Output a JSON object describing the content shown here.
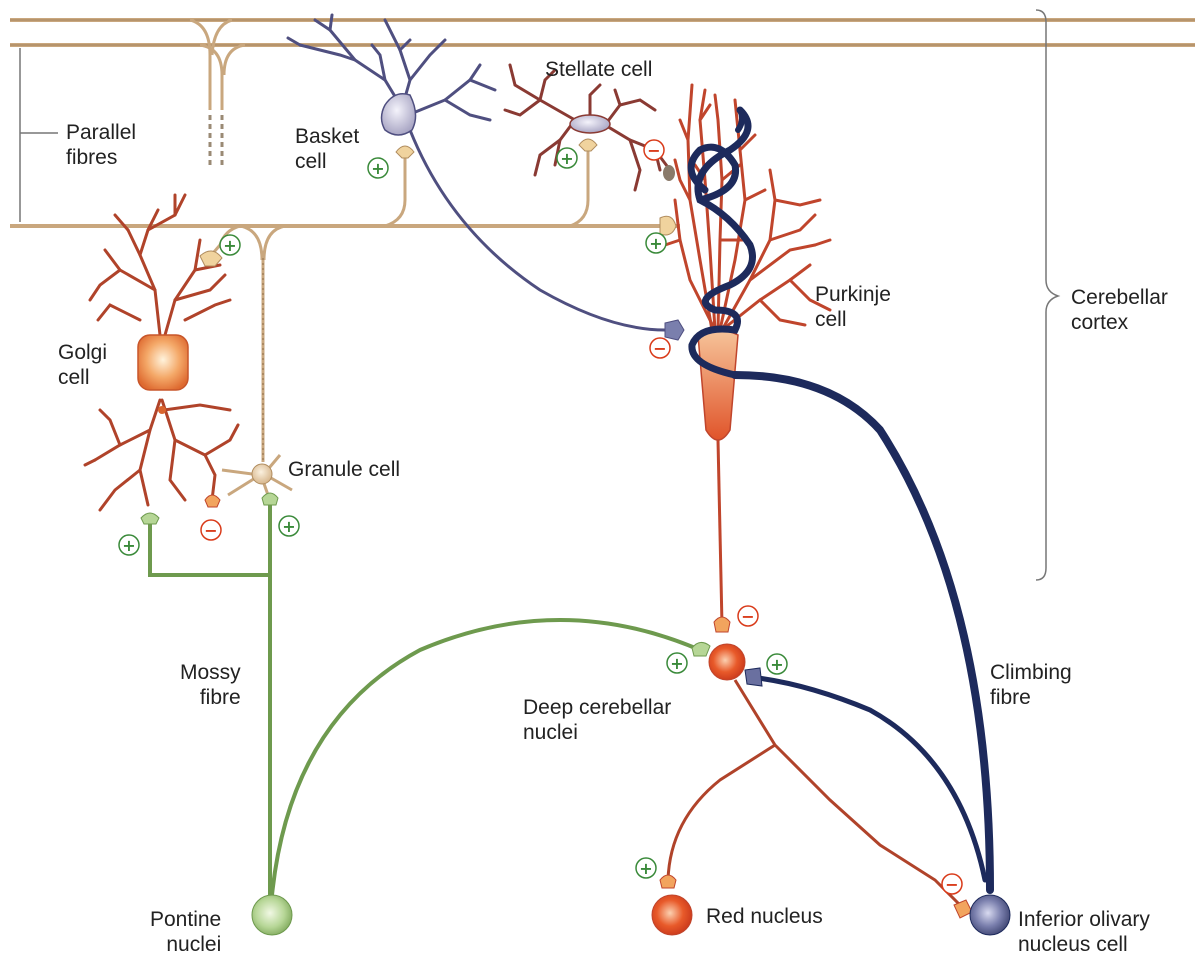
{
  "labels": {
    "parallel_fibres": "Parallel\nfibres",
    "stellate_cell": "Stellate cell",
    "basket_cell": "Basket\ncell",
    "purkinje_cell": "Purkinje\ncell",
    "cerebellar_cortex": "Cerebellar\ncortex",
    "golgi_cell": "Golgi\ncell",
    "granule_cell": "Granule cell",
    "mossy_fibre": "Mossy\nfibre",
    "deep_cerebellar_nuclei": "Deep cerebellar\nnuclei",
    "climbing_fibre": "Climbing\nfibre",
    "pontine_nuclei": "Pontine\nnuclei",
    "red_nucleus": "Red nucleus",
    "inferior_olivary": "Inferior olivary\nnucleus cell"
  },
  "signs": {
    "plus": "+",
    "minus": "−"
  },
  "colors": {
    "parallel_fibre": "#c9a77e",
    "golgi_dendrite": "#b0432a",
    "purkinje_dendrite": "#c0452c",
    "mossy_green": "#6e9a4e",
    "climbing_navy": "#1d2a5c",
    "basket_purple": "#4f4f80",
    "stellate_brown": "#8a3a33",
    "excitatory": "#3a8a3a",
    "inhibitory": "#d93b1a"
  }
}
